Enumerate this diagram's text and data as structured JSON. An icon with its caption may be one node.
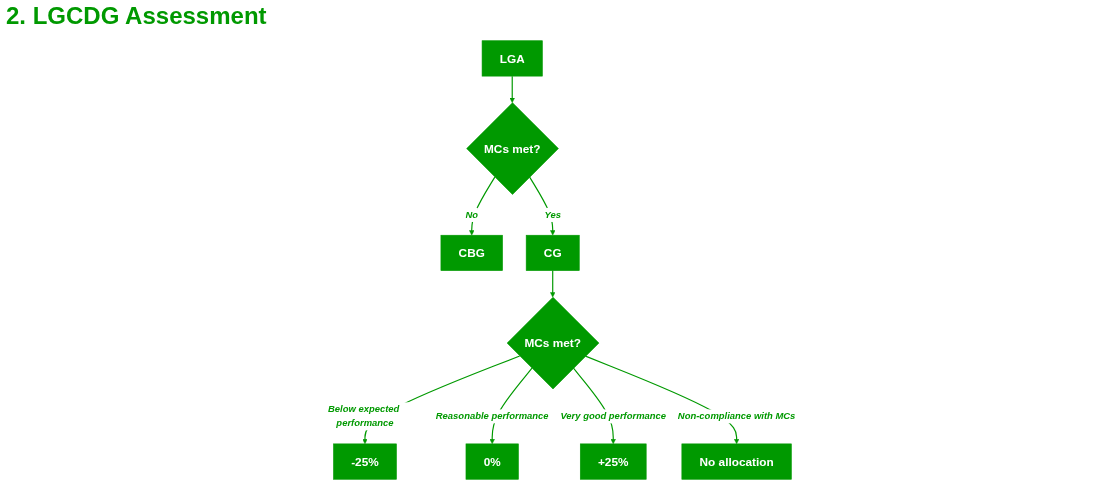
{
  "diagram": {
    "title": "2. LGCDG Assessment",
    "nodes": [
      {
        "text": [
          "LGA"
        ]
      },
      {
        "text": [
          "MCs met?"
        ]
      },
      {
        "text": [
          "CBG"
        ]
      },
      {
        "text": [
          "CG"
        ]
      },
      {
        "text": [
          "MCs met?"
        ]
      },
      {
        "text": [
          "-25%"
        ]
      },
      {
        "text": [
          "0%"
        ]
      },
      {
        "text": [
          "+25%"
        ]
      },
      {
        "text": [
          "No allocation"
        ]
      }
    ],
    "edges": [
      {
        "from": 0,
        "to": 1,
        "arrow": "to"
      },
      {
        "from": 1,
        "to": 2,
        "arrow": "to",
        "label": "No"
      },
      {
        "from": 1,
        "to": 3,
        "arrow": "to",
        "label": "Yes"
      },
      {
        "from": 3,
        "to": 4,
        "arrow": "to"
      },
      {
        "from": 4,
        "to": 5,
        "arrow": "to",
        "label": "Below expected performance"
      },
      {
        "from": 4,
        "to": 6,
        "arrow": "to",
        "label": "Reasonable performance"
      },
      {
        "from": 4,
        "to": 7,
        "arrow": "to",
        "label": "Very good performance"
      },
      {
        "from": 4,
        "to": 8,
        "arrow": "to",
        "label": "Non-compliance with MCs"
      }
    ]
  }
}
